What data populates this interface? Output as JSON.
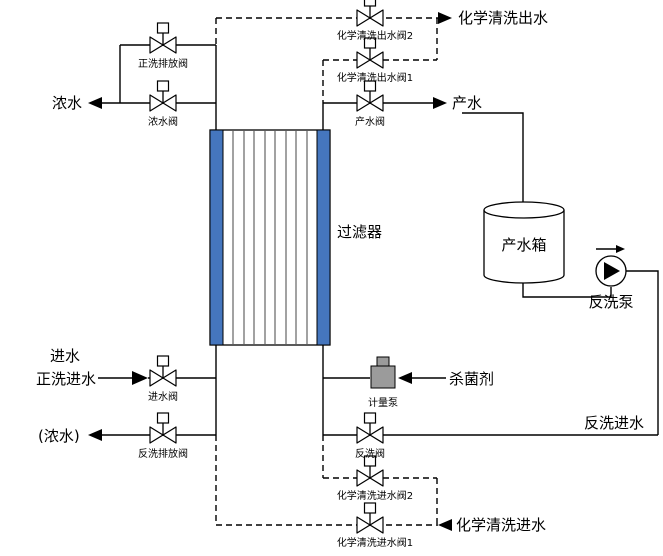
{
  "colors": {
    "filter_blue": "#4576be",
    "pump_grey": "#9b9b9b",
    "line": "#000000"
  },
  "equipment": {
    "filter": "过滤器",
    "product_tank": "产水箱",
    "backwash_pump": "反洗泵",
    "metering_pump": "计量泵"
  },
  "valves": {
    "forward_wash_drain": "正洗排放阀",
    "concentrate": "浓水阀",
    "chem_clean_out_2": "化学清洗出水阀2",
    "chem_clean_out_1": "化学清洗出水阀1",
    "product": "产水阀",
    "inlet": "进水阀",
    "backwash_drain": "反洗排放阀",
    "backwash": "反洗阀",
    "chem_clean_in_2": "化学清洗进水阀2",
    "chem_clean_in_1": "化学清洗进水阀1"
  },
  "streams": {
    "chem_clean_out": "化学清洗出水",
    "concentrate": "浓水",
    "product": "产水",
    "inlet": "进水",
    "forward_wash_in": "正洗进水",
    "concentrate_alt": "(浓水)",
    "disinfectant": "杀菌剂",
    "backwash_in": "反洗进水",
    "chem_clean_in": "化学清洗进水"
  }
}
